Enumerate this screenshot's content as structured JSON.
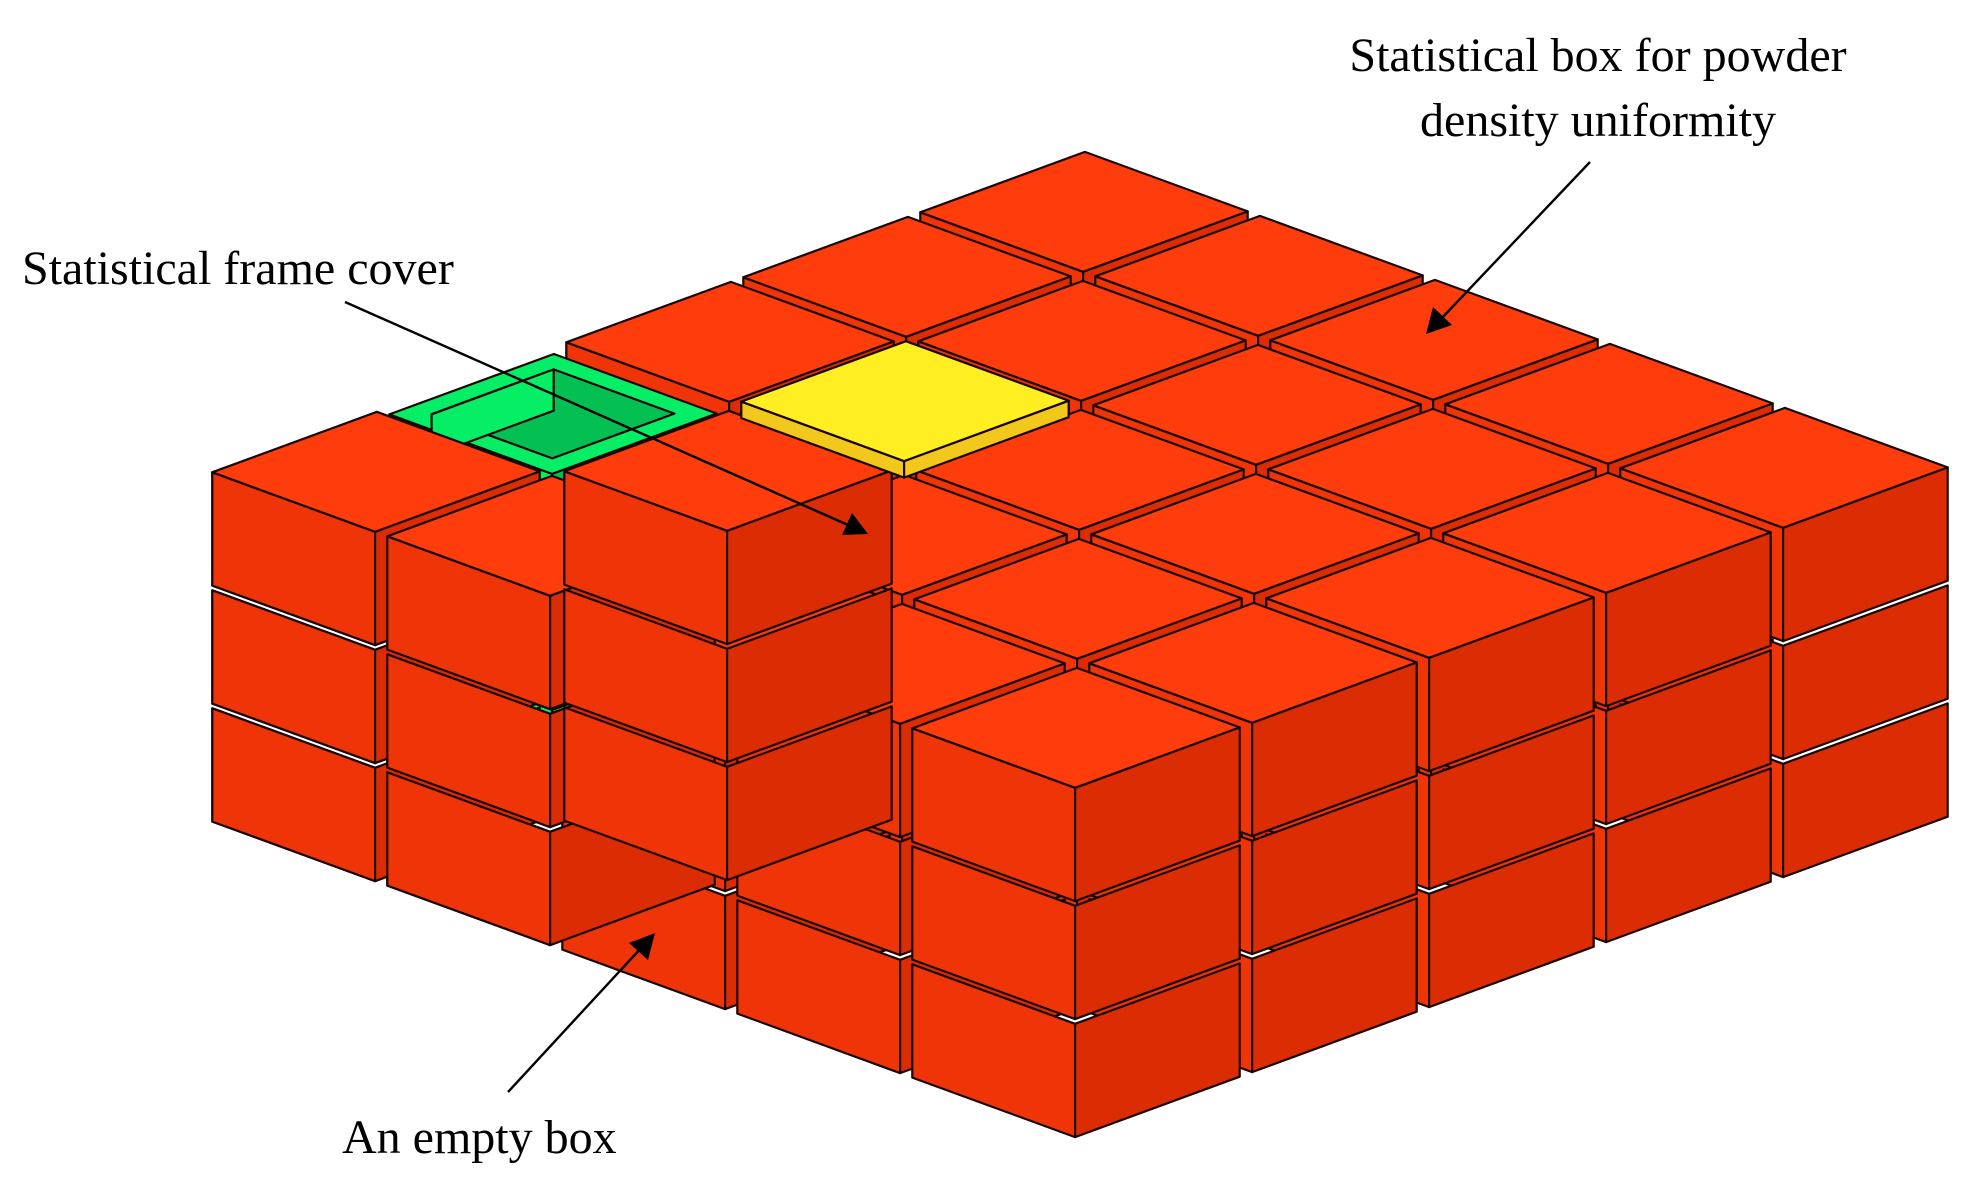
{
  "labels": {
    "box_label_line1": "Statistical box for powder",
    "box_label_line2": "density uniformity",
    "cover_label": "Statistical frame cover",
    "empty_label": "An empty box"
  },
  "grid": {
    "columns": 5,
    "rows": 5,
    "layers": 3
  },
  "colors": {
    "box_top": "#ff3c0c",
    "box_front": "#ef3408",
    "box_side": "#dc2c04",
    "cover_top": "#ffee22",
    "cover_side": "#f3c81c",
    "empty_outer": "#06ee66",
    "empty_inner": "#04c052",
    "edge": "#1a0600"
  }
}
